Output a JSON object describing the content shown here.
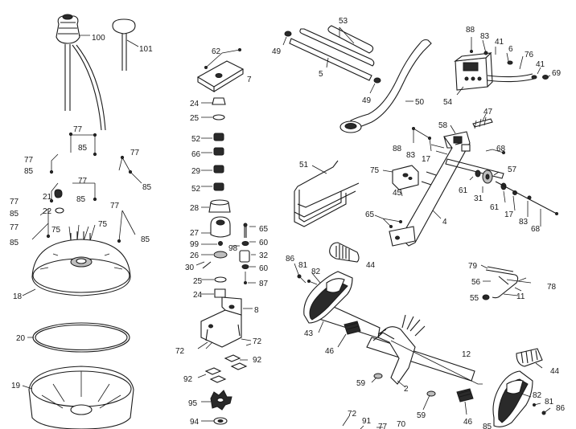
{
  "labels": [
    {
      "id": "l100",
      "text": "100"
    },
    {
      "id": "l101",
      "text": "101"
    },
    {
      "id": "l62",
      "text": "62"
    },
    {
      "id": "l7",
      "text": "7"
    },
    {
      "id": "l24a",
      "text": "24"
    },
    {
      "id": "l25a",
      "text": "25"
    },
    {
      "id": "l52a",
      "text": "52"
    },
    {
      "id": "l66",
      "text": "66"
    },
    {
      "id": "l29",
      "text": "29"
    },
    {
      "id": "l52b",
      "text": "52"
    },
    {
      "id": "l28",
      "text": "28"
    },
    {
      "id": "l27",
      "text": "27"
    },
    {
      "id": "l99",
      "text": "99"
    },
    {
      "id": "l26",
      "text": "26"
    },
    {
      "id": "l30",
      "text": "30"
    },
    {
      "id": "l25b",
      "text": "25"
    },
    {
      "id": "l24b",
      "text": "24"
    },
    {
      "id": "l65a",
      "text": "65"
    },
    {
      "id": "l98",
      "text": "98"
    },
    {
      "id": "l60a",
      "text": "60"
    },
    {
      "id": "l32",
      "text": "32"
    },
    {
      "id": "l60b",
      "text": "60"
    },
    {
      "id": "l87",
      "text": "87"
    },
    {
      "id": "l8",
      "text": "8"
    },
    {
      "id": "l72a",
      "text": "72"
    },
    {
      "id": "l72b",
      "text": "72"
    },
    {
      "id": "l92a",
      "text": "92"
    },
    {
      "id": "l92b",
      "text": "92"
    },
    {
      "id": "l95",
      "text": "95"
    },
    {
      "id": "l94",
      "text": "94"
    },
    {
      "id": "l77a",
      "text": "77"
    },
    {
      "id": "l85a",
      "text": "85"
    },
    {
      "id": "l77b",
      "text": "77"
    },
    {
      "id": "l85b",
      "text": "85"
    },
    {
      "id": "l77c",
      "text": "77"
    },
    {
      "id": "l85c",
      "text": "85"
    },
    {
      "id": "l77d",
      "text": "77"
    },
    {
      "id": "l85d",
      "text": "85"
    },
    {
      "id": "l77e",
      "text": "77"
    },
    {
      "id": "l85e",
      "text": "85"
    },
    {
      "id": "l21",
      "text": "21"
    },
    {
      "id": "l22",
      "text": "22"
    },
    {
      "id": "l77f",
      "text": "77"
    },
    {
      "id": "l85f",
      "text": "85"
    },
    {
      "id": "l75a",
      "text": "75"
    },
    {
      "id": "l75b",
      "text": "75"
    },
    {
      "id": "l77g",
      "text": "77"
    },
    {
      "id": "l85g",
      "text": "85"
    },
    {
      "id": "l77h",
      "text": "77"
    },
    {
      "id": "l85h",
      "text": "85"
    },
    {
      "id": "l18",
      "text": "18"
    },
    {
      "id": "l20",
      "text": "20"
    },
    {
      "id": "l19",
      "text": "19"
    },
    {
      "id": "l53",
      "text": "53"
    },
    {
      "id": "l49a",
      "text": "49"
    },
    {
      "id": "l5",
      "text": "5"
    },
    {
      "id": "l49b",
      "text": "49"
    },
    {
      "id": "l50",
      "text": "50"
    },
    {
      "id": "l51",
      "text": "51"
    },
    {
      "id": "l88a",
      "text": "88"
    },
    {
      "id": "l83a",
      "text": "83"
    },
    {
      "id": "l41a",
      "text": "41"
    },
    {
      "id": "l6",
      "text": "6"
    },
    {
      "id": "l76",
      "text": "76"
    },
    {
      "id": "l41b",
      "text": "41"
    },
    {
      "id": "l69",
      "text": "69"
    },
    {
      "id": "l54",
      "text": "54"
    },
    {
      "id": "l47",
      "text": "47"
    },
    {
      "id": "l58",
      "text": "58"
    },
    {
      "id": "l88b",
      "text": "88"
    },
    {
      "id": "l83b",
      "text": "83"
    },
    {
      "id": "l17a",
      "text": "17"
    },
    {
      "id": "l68a",
      "text": "68"
    },
    {
      "id": "l75c",
      "text": "75"
    },
    {
      "id": "l45",
      "text": "45"
    },
    {
      "id": "l57",
      "text": "57"
    },
    {
      "id": "l61a",
      "text": "61"
    },
    {
      "id": "l31",
      "text": "31"
    },
    {
      "id": "l61b",
      "text": "61"
    },
    {
      "id": "l17b",
      "text": "17"
    },
    {
      "id": "l83c",
      "text": "83"
    },
    {
      "id": "l68b",
      "text": "68"
    },
    {
      "id": "l65b",
      "text": "65"
    },
    {
      "id": "l4",
      "text": "4"
    },
    {
      "id": "l44a",
      "text": "44"
    },
    {
      "id": "l86a",
      "text": "86"
    },
    {
      "id": "l81a",
      "text": "81"
    },
    {
      "id": "l82a",
      "text": "82"
    },
    {
      "id": "l43",
      "text": "43"
    },
    {
      "id": "l46a",
      "text": "46"
    },
    {
      "id": "l79",
      "text": "79"
    },
    {
      "id": "l56",
      "text": "56"
    },
    {
      "id": "l78",
      "text": "78"
    },
    {
      "id": "l55",
      "text": "55"
    },
    {
      "id": "l11",
      "text": "11"
    },
    {
      "id": "l12",
      "text": "12"
    },
    {
      "id": "l44b",
      "text": "44"
    },
    {
      "id": "l59a",
      "text": "59"
    },
    {
      "id": "l2",
      "text": "2"
    },
    {
      "id": "l82b",
      "text": "82"
    },
    {
      "id": "l81b",
      "text": "81"
    },
    {
      "id": "l86b",
      "text": "86"
    },
    {
      "id": "l59b",
      "text": "59"
    },
    {
      "id": "l46b",
      "text": "46"
    },
    {
      "id": "l72c",
      "text": "72"
    },
    {
      "id": "l91",
      "text": "91"
    },
    {
      "id": "l70",
      "text": "70"
    }
  ]
}
